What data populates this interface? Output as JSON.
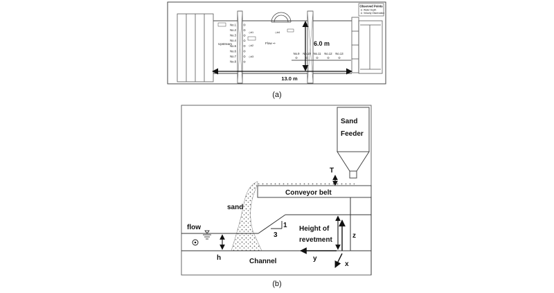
{
  "figure_a": {
    "caption": "(a)",
    "legend": {
      "title": "Observed Points",
      "items": [
        "Water Depth",
        "Velocity Observation"
      ]
    },
    "upstream_label": "Upstream",
    "flow_label": "Flow ⇨",
    "left_points": [
      "No.1",
      "No.2",
      "No.3",
      "No.4",
      "No.5",
      "No.6",
      "No.7",
      "No.8"
    ],
    "right_points": [
      "No.9",
      "No.10",
      "No.11",
      "No.12",
      "No.13"
    ],
    "tags": [
      "◇#1",
      "◇#2",
      "◇#3",
      "◇#4"
    ],
    "dimension_width": "6.0 m",
    "dimension_length": "13.0 m"
  },
  "figure_b": {
    "caption": "(b)",
    "sand_feeder": [
      "Sand",
      "Feeder"
    ],
    "t_label": "T",
    "conveyor_label": "Conveyor  belt",
    "sand_label": "sand",
    "flow_label": "flow",
    "slope_rise": "1",
    "slope_run": "3",
    "height_label": [
      "Height of",
      "revetment"
    ],
    "h_label": "h",
    "channel_label": "Channel",
    "y_label": "y",
    "z_label": "z",
    "x_label": "x"
  }
}
